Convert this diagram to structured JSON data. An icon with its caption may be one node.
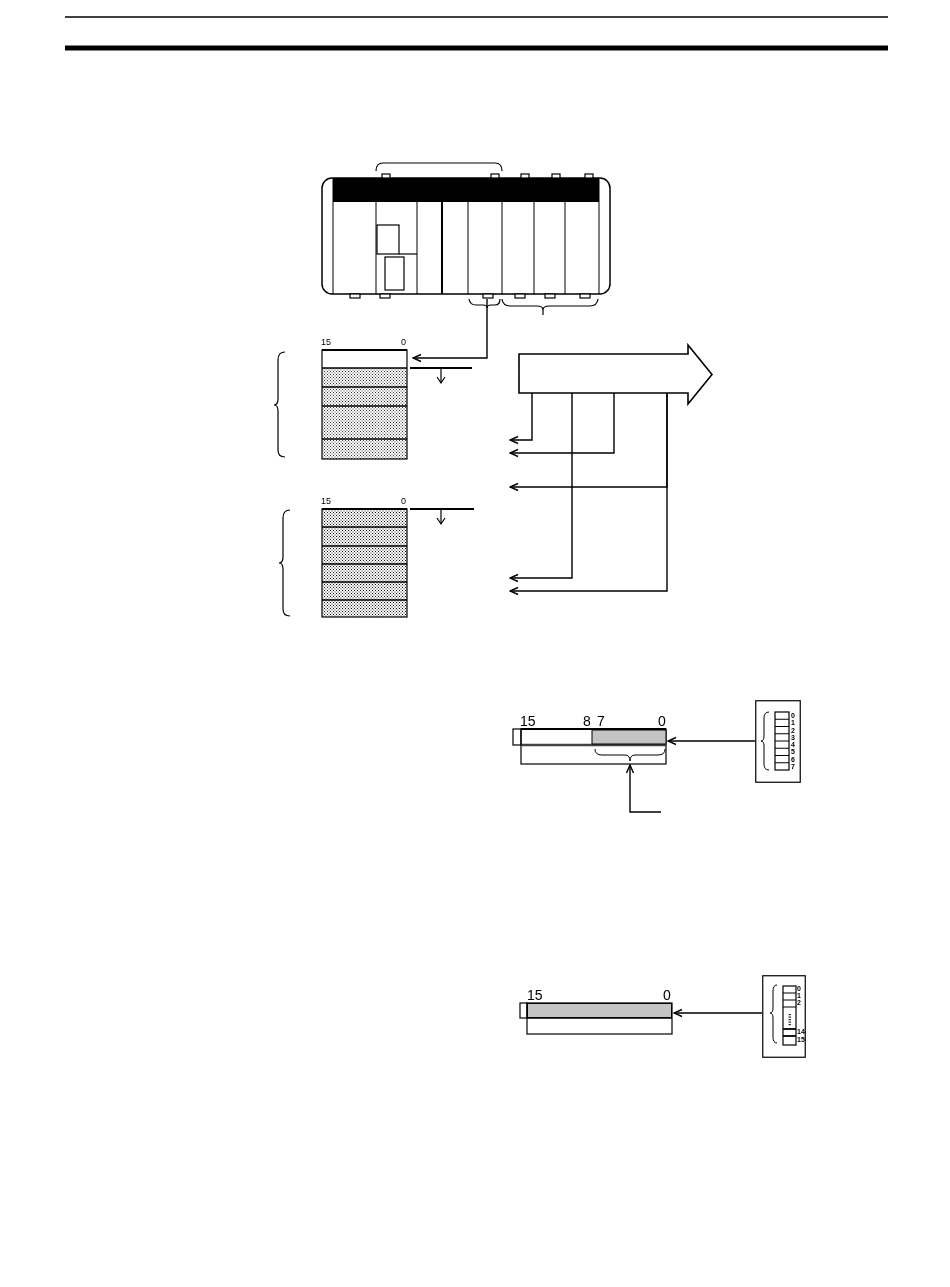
{
  "diagram": {
    "nodes": [
      {
        "text": [],
        "shape": "picture"
      },
      {
        "text": [
          "15",
          "0"
        ]
      },
      {
        "text": [],
        "shape": "arrow"
      },
      {
        "text": [
          "15",
          "0"
        ]
      },
      {
        "text": [
          "15",
          "8",
          "7",
          "0"
        ]
      },
      {
        "text": [
          "0",
          "1",
          "2",
          "3",
          "4",
          "5",
          "6",
          "7"
        ]
      },
      {
        "text": [
          "15",
          "0"
        ]
      },
      {
        "text": [
          "0",
          "1",
          "2",
          "14",
          "15"
        ]
      }
    ],
    "edges": [
      {
        "from": 0,
        "to": 1,
        "arrow": "to"
      },
      {
        "from": 2,
        "to": null,
        "arrow": "to"
      },
      {
        "from": 2,
        "to": null,
        "arrow": "to"
      },
      {
        "from": 2,
        "to": null,
        "arrow": "to"
      },
      {
        "from": 2,
        "to": null,
        "arrow": "to"
      },
      {
        "from": 2,
        "to": null,
        "arrow": "to"
      },
      {
        "from": 5,
        "to": 4,
        "arrow": "to"
      },
      {
        "from": null,
        "to": 4,
        "arrow": "to"
      },
      {
        "from": 7,
        "to": 6,
        "arrow": "to"
      }
    ]
  }
}
